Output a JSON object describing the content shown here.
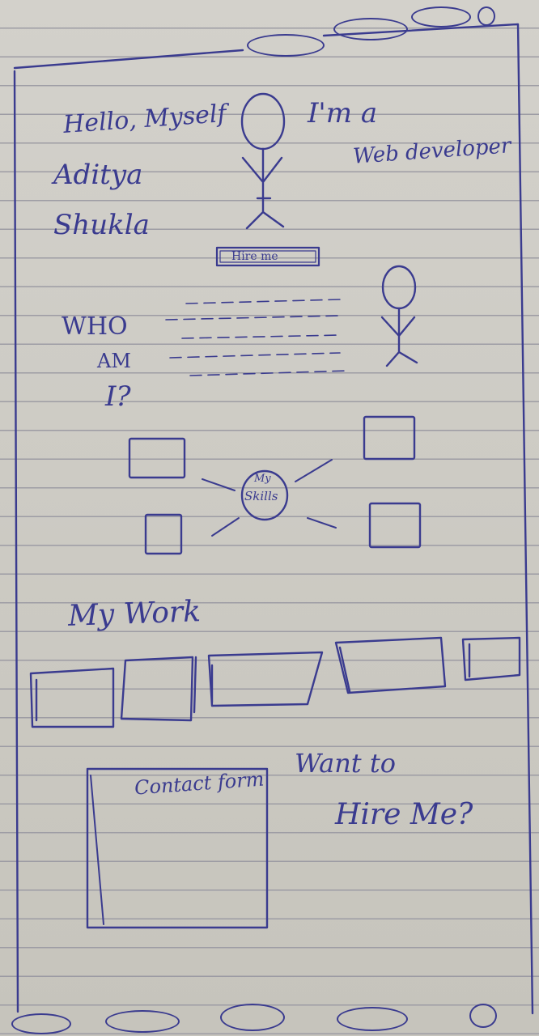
{
  "hero": {
    "greeting": "Hello, Myself",
    "first_name": "Aditya",
    "last_name": "Shukla",
    "role_line1": "I'm a",
    "role_line2": "Web developer",
    "hire_button": "Hire me"
  },
  "about": {
    "line1": "WHO",
    "line2": "AM",
    "line3": "I?"
  },
  "skills": {
    "label_line1": "My",
    "label_line2": "Skills"
  },
  "work": {
    "heading": "My Work"
  },
  "contact": {
    "form_label": "Contact form",
    "cta_line1": "Want to",
    "cta_line2": "Hire Me?"
  },
  "colors": {
    "ink": "#3a3b8f",
    "paper": "#cdcbc4",
    "rule_lines": "#9d9ca4"
  }
}
